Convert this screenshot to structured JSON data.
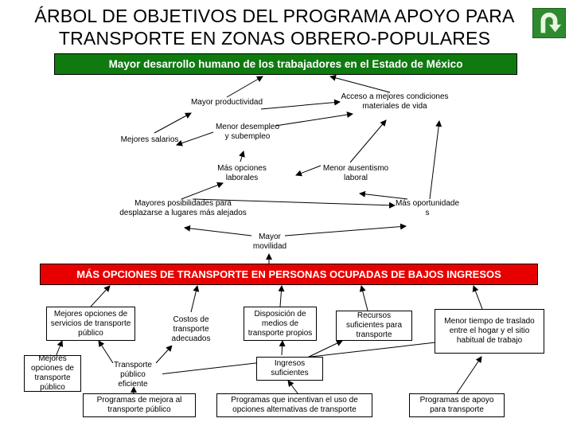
{
  "header": {
    "title_line1": "ÁRBOL DE OBJETIVOS DEL PROGRAMA APOYO PARA",
    "title_line2": "TRANSPORTE EN ZONAS OBRERO-POPULARES"
  },
  "back_button": {
    "icon": "u-turn-arrow-icon",
    "color": "#2f8a2f"
  },
  "ends": {
    "top_banner": "Mayor desarrollo humano de los trabajadores en el Estado de México",
    "top_banner_color": "#0f7a0f",
    "nodes": {
      "mayor_productividad": "Mayor productividad",
      "acceso_mejores": "Acceso a mejores condiciones materiales de vida",
      "mejores_salarios": "Mejores salarios",
      "menor_desempleo": "Menor desempleo y subempleo",
      "mas_opciones_laborales": "Más opciones laborales",
      "menor_ausentismo": "Menor ausentismo laboral",
      "mayores_posibilidades": "Mayores posibilidades para desplazarse a lugares más alejados",
      "mas_oportunidades": "Más oportunidade s",
      "mayor_movilidad": "Mayor movilidad"
    }
  },
  "objective": {
    "text": "MÁS OPCIONES DE TRANSPORTE EN PERSONAS OCUPADAS DE BAJOS INGRESOS",
    "color": "#e80000"
  },
  "means": {
    "mejores_opciones_servicios": "Mejores opciones de servicios de transporte público",
    "costos_transporte": "Costos de transporte adecuados",
    "disposicion_medios": "Disposición de medios de transporte propios",
    "recursos_suficientes": "Recursos suficientes para transporte",
    "menor_tiempo": "Menor tiempo de traslado entre el hogar y el sitio habitual de trabajo",
    "mejores_opciones_publico": "Mejores opciones de transporte público",
    "transporte_eficiente": "Transporte público eficiente",
    "ingresos_suficientes": "Ingresos suficientes"
  },
  "programs": {
    "mejora_transporte": "Programas de mejora al transporte público",
    "incentivan_uso": "Programas que incentivan el uso de opciones alternativas de transporte",
    "apoyo_transporte": "Programas de apoyo para transporte"
  }
}
